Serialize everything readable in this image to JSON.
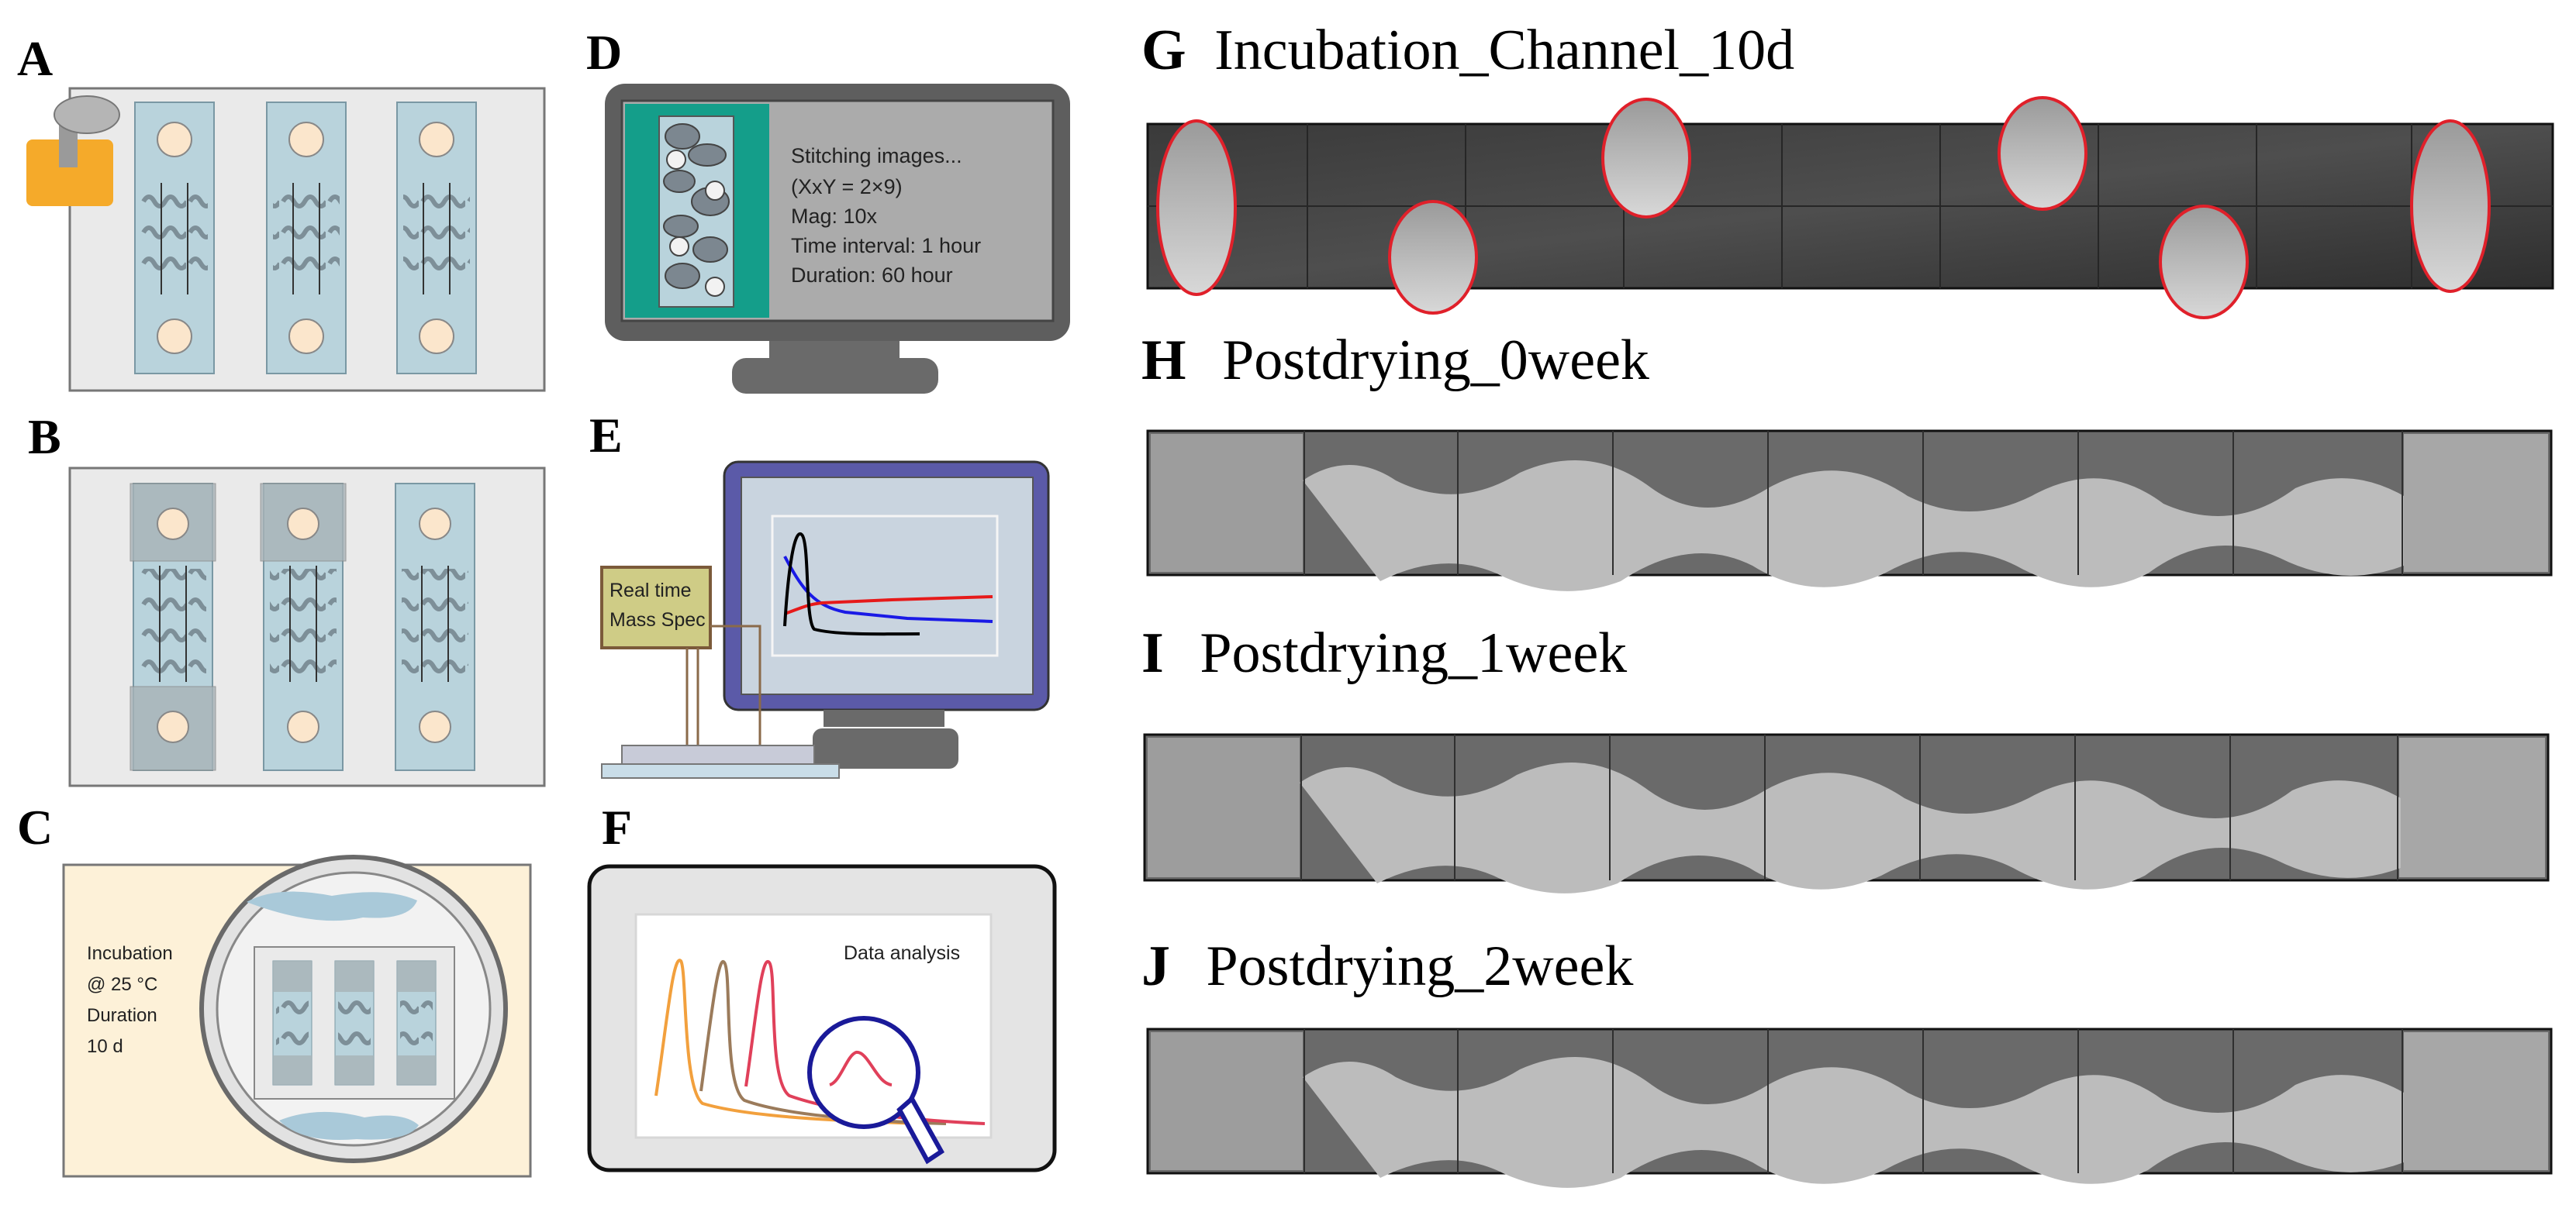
{
  "panels": {
    "a": {
      "letter": "A"
    },
    "b": {
      "letter": "B"
    },
    "c": {
      "letter": "C",
      "lines": [
        "Incubation",
        "@ 25 °C",
        "Duration",
        "10 d"
      ]
    },
    "d": {
      "letter": "D",
      "lines": [
        "Stitching images...",
        "(XxY = 2×9)",
        "Mag: 10x",
        "Time interval: 1 hour",
        "Duration: 60 hour"
      ]
    },
    "e": {
      "letter": "E",
      "label_lines": [
        "Real time",
        "Mass Spec"
      ],
      "curve_colors": [
        "#1a1ae6",
        "#e61a1a",
        "#000000"
      ]
    },
    "f": {
      "letter": "F",
      "label": "Data analysis",
      "curve_colors": [
        "#f2a03d",
        "#9b7b5b",
        "#e0405a"
      ],
      "lens_color": "#1a1a99"
    },
    "g": {
      "letter": "G",
      "title": "Incubation_Channel_10d"
    },
    "h": {
      "letter": "H",
      "title": "Postdrying_0week"
    },
    "i": {
      "letter": "I",
      "title": "Postdrying_1week"
    },
    "j": {
      "letter": "J",
      "title": "Postdrying_2week"
    }
  },
  "colors": {
    "slide": "#b9d3dc",
    "tray": "#eaeaea",
    "incubator_bg": "#fdf1d8",
    "screen_teal": "#149e8a",
    "monitor_blue": "#5b5aa8",
    "lid_orange": "#f5aa2a",
    "highlight_red": "#e0202a"
  }
}
